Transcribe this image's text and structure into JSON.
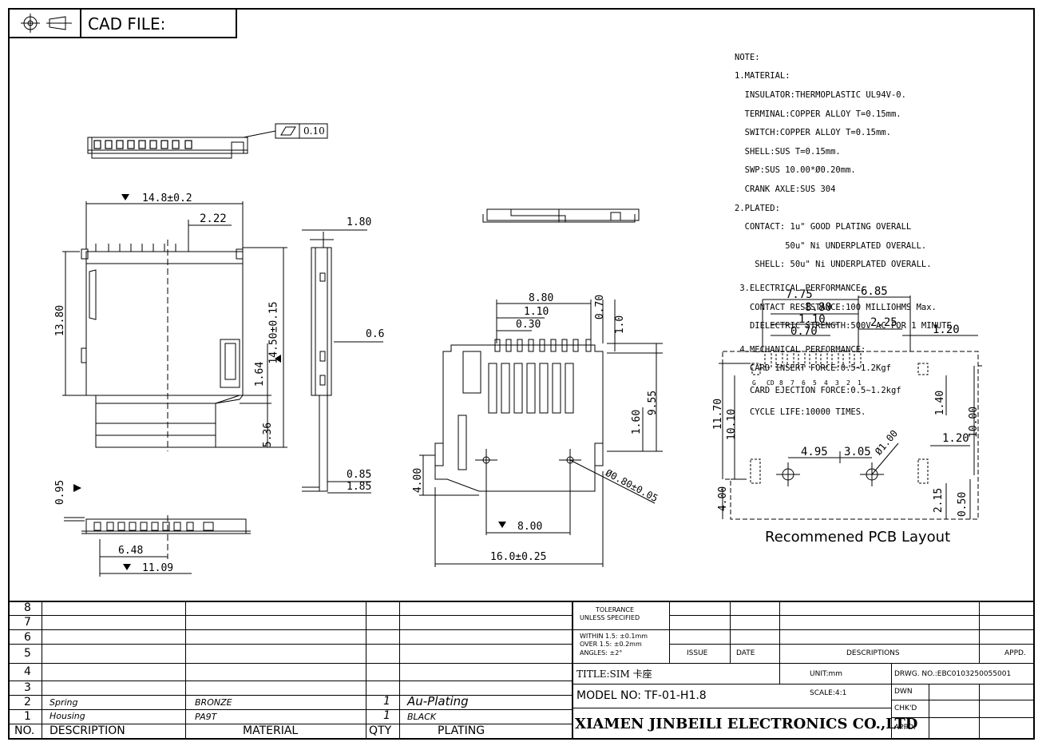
{
  "header": {
    "cad_label": "CAD FILE:"
  },
  "flatness": "0.10",
  "dims": {
    "width_top": "14.8±0.2",
    "d_2_22": "2.22",
    "height_left": "13.80",
    "height_right": "14.50±0.15",
    "d_1_64": "1.64",
    "d_5_36": "5.36",
    "side_1_80": "1.80",
    "side_0_6": "0.6",
    "side_0_85": "0.85",
    "side_1_85": "1.85",
    "bot_0_95": "0.95",
    "bot_6_48": "6.48",
    "bot_11_09": "11.09",
    "mid_8_80": "8.80",
    "mid_1_10": "1.10",
    "mid_0_30": "0.30",
    "mid_0_70": "0.70",
    "mid_1_0": "1.0",
    "mid_9_55": "9.55",
    "mid_1_60": "1.60",
    "mid_4_00": "4.00",
    "mid_dia": "Ø0.80±0.05",
    "mid_8_00": "8.00",
    "mid_16_0": "16.0±0.25",
    "pcb_7_75": "7.75",
    "pcb_6_85": "6.85",
    "pcb_8_80": "8.80",
    "pcb_1_10": "1.10",
    "pcb_0_70": "0.70",
    "pcb_2_25": "2.25",
    "pcb_1_20a": "1.20",
    "pcb_11_70": "11.70",
    "pcb_10_10": "10.10",
    "pcb_1_40": "1.40",
    "pcb_10_00": "10.00",
    "pcb_1_20b": "1.20",
    "pcb_4_95": "4.95",
    "pcb_3_05": "3.05",
    "pcb_dia": "Ø1.00",
    "pcb_4_00": "4.00",
    "pcb_2_15": "2.15",
    "pcb_0_50": "0.50",
    "pin_labels": [
      "G",
      "CD",
      "8",
      "7",
      "6",
      "5",
      "4",
      "3",
      "2",
      "1"
    ]
  },
  "pcb_title": "Recommened PCB Layout",
  "notes": [
    "NOTE:",
    "1.MATERIAL:",
    "  INSULATOR:THERMOPLASTIC UL94V-0.",
    "  TERMINAL:COPPER ALLOY T=0.15mm.",
    "  SWITCH:COPPER ALLOY T=0.15mm.",
    "  SHELL:SUS T=0.15mm.",
    "  SWP:SUS 10.00*Ø0.20mm.",
    "  CRANK AXLE:SUS 304",
    "2.PLATED:",
    "  CONTACT: 1u\" GOOD PLATING OVERALL",
    "          50u\" Ni UNDERPLATED OVERALL.",
    "    SHELL: 50u\" Ni UNDERPLATED OVERALL.",
    " 3.ELECTRICAL PERFORMANCE:",
    "   CONTACT RESISTANCE:100 MILLIOHMS Max.",
    "   DIELECTRIC STRENGTH:500V AC FOR 1 MINUTE.",
    " 4.MECHANICAL PERFORMANCE:",
    "   CARD INSERT FORCE:0.5~1.2Kgf",
    "   CARD EJECTION FORCE:0.5~1.2kgf",
    "   CYCLE LIFE:10000 TIMES."
  ],
  "bom": {
    "row_numbers": [
      "8",
      "7",
      "6",
      "5",
      "4",
      "3",
      "2",
      "1"
    ],
    "rows": [
      {
        "no": "2",
        "description": "Spring",
        "material": "BRONZE",
        "qty": "1",
        "plating": "Au-Plating"
      },
      {
        "no": "1",
        "description": "Housing",
        "material": "PA9T",
        "qty": "1",
        "plating": "BLACK"
      }
    ],
    "headers": {
      "no": "NO.",
      "description": "DESCRIPTION",
      "material": "MATERIAL",
      "qty": "QTY",
      "plating": "PLATING"
    }
  },
  "title_block": {
    "tolerance_1": "TOLERANCE",
    "tolerance_2": "UNLESS SPECIFIED",
    "within": "WITHIN 1.5: ±0.1mm",
    "over": "OVER 1.5:  ±0.2mm",
    "angles": "ANGLES: ±2°",
    "issue": "ISSUE",
    "date": "DATE",
    "descriptions": "DESCRIPTIONS",
    "appd": "APPD.",
    "title": "TITLE:SIM 卡座",
    "unit": "UNIT:mm",
    "drwg": "DRWG. NO.:EBC0103250055001",
    "model": "MODEL NO: TF-01-H1.8",
    "scale": "SCALE:4:1",
    "dwn": "DWN",
    "chkd": "CHK'D",
    "appd2": "APPD.",
    "company": "XIAMEN JINBEILI ELECTRONICS CO.,LTD"
  }
}
